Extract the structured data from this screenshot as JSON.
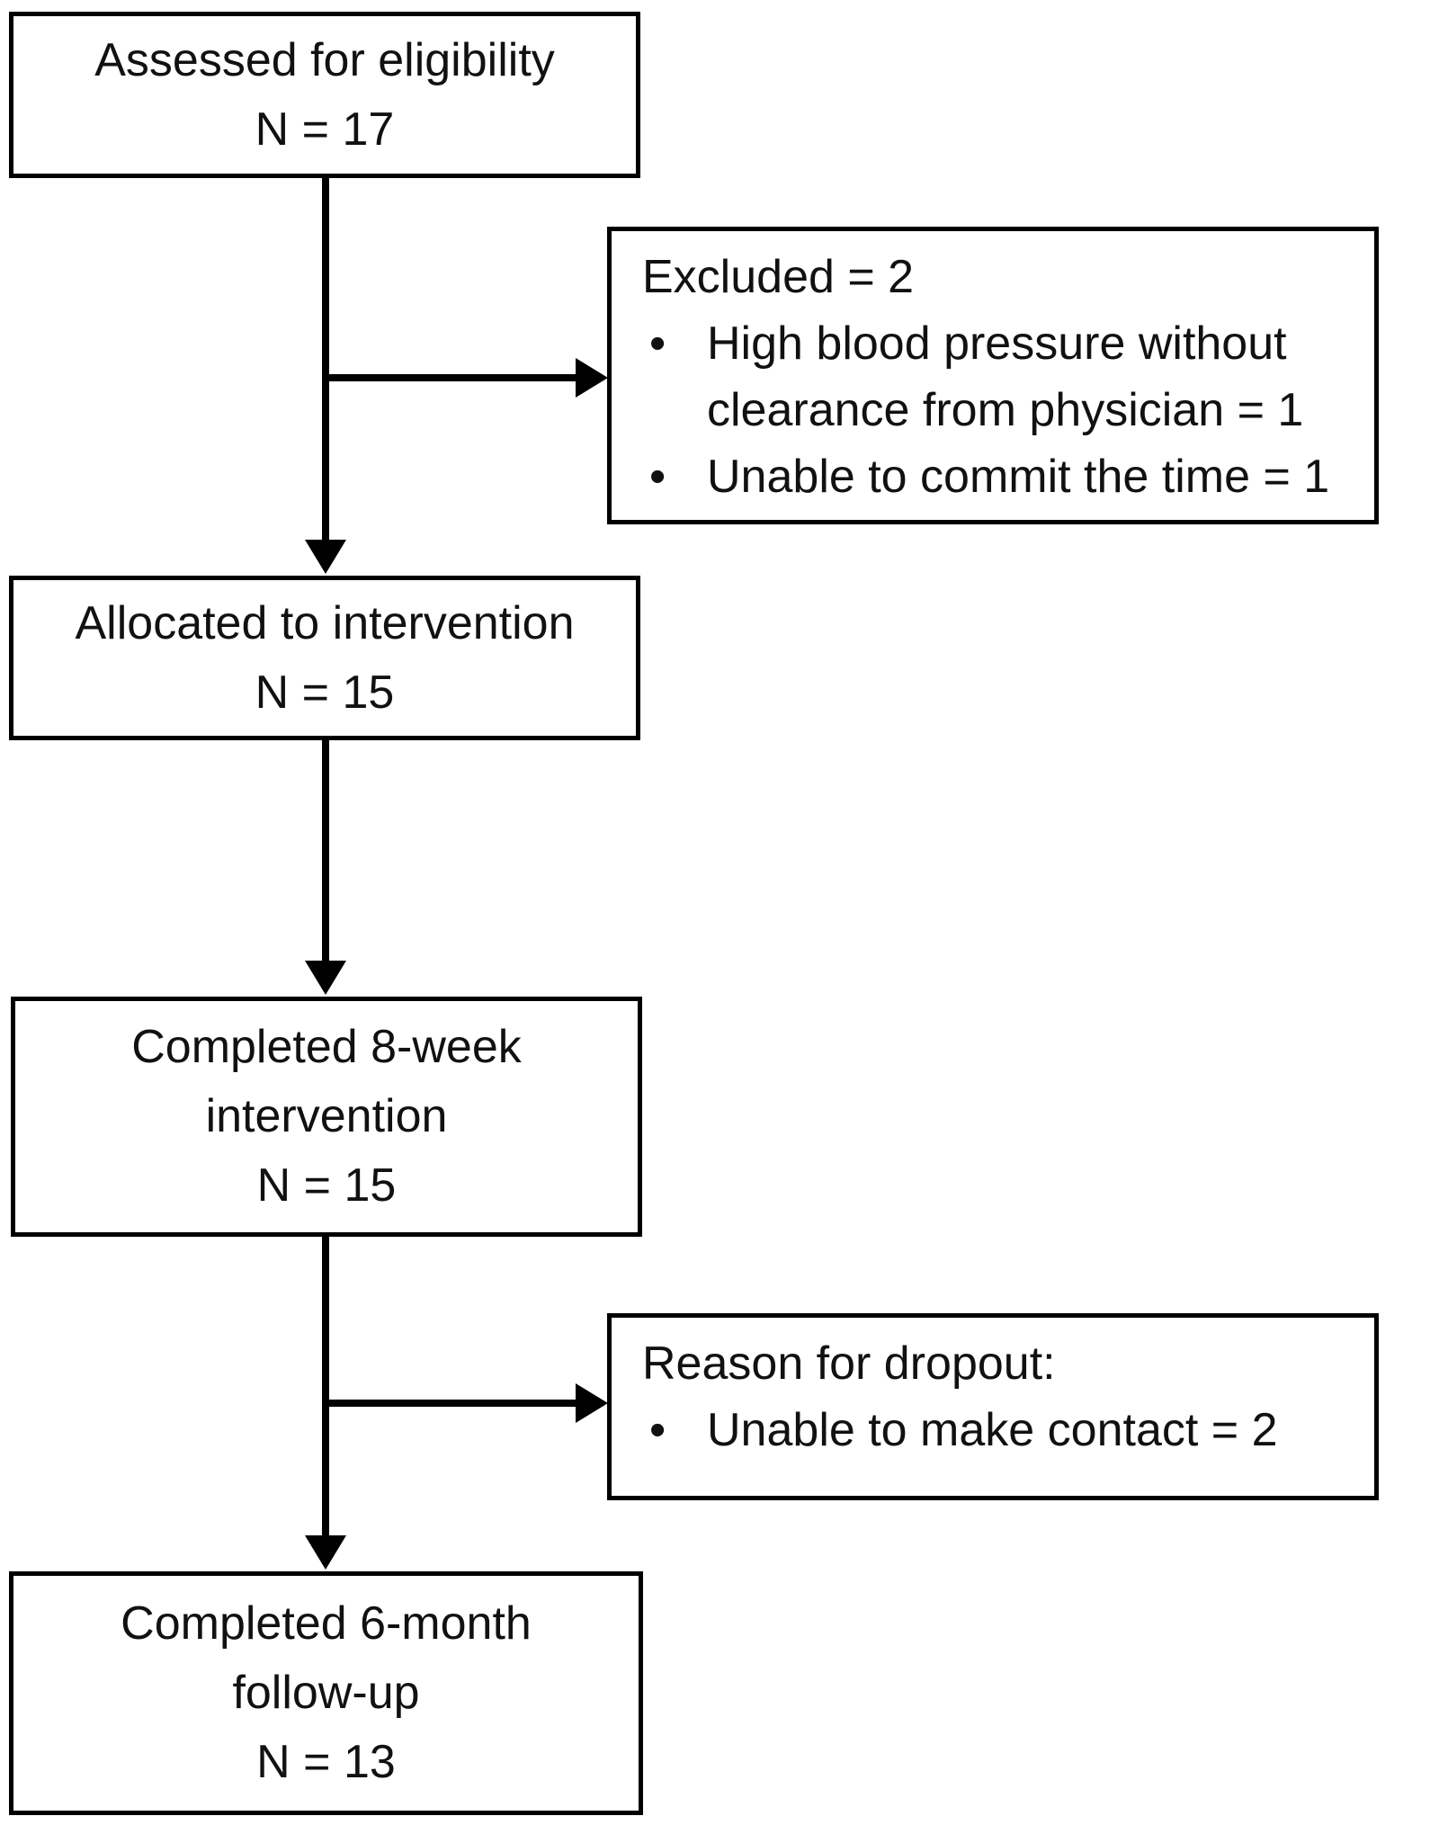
{
  "boxes": {
    "assessed": {
      "lines": [
        "Assessed for eligibility",
        "N = 17"
      ]
    },
    "excluded": {
      "title": "Excluded = 2",
      "bullets": [
        "High blood pressure without clearance from physician = 1",
        "Unable to commit the time = 1"
      ]
    },
    "allocated": {
      "lines": [
        "Allocated to intervention",
        "N = 15"
      ]
    },
    "completed_intervention": {
      "lines": [
        "Completed 8-week",
        "intervention",
        "N = 15"
      ]
    },
    "dropout": {
      "title": "Reason for dropout:",
      "bullets": [
        "Unable to make contact = 2"
      ]
    },
    "followup": {
      "lines": [
        "Completed 6-month",
        "follow-up",
        "N = 13"
      ]
    }
  },
  "icons": {
    "bullet": "•"
  },
  "colors": {
    "line": "#000000",
    "text": "#111111",
    "background": "#ffffff"
  }
}
